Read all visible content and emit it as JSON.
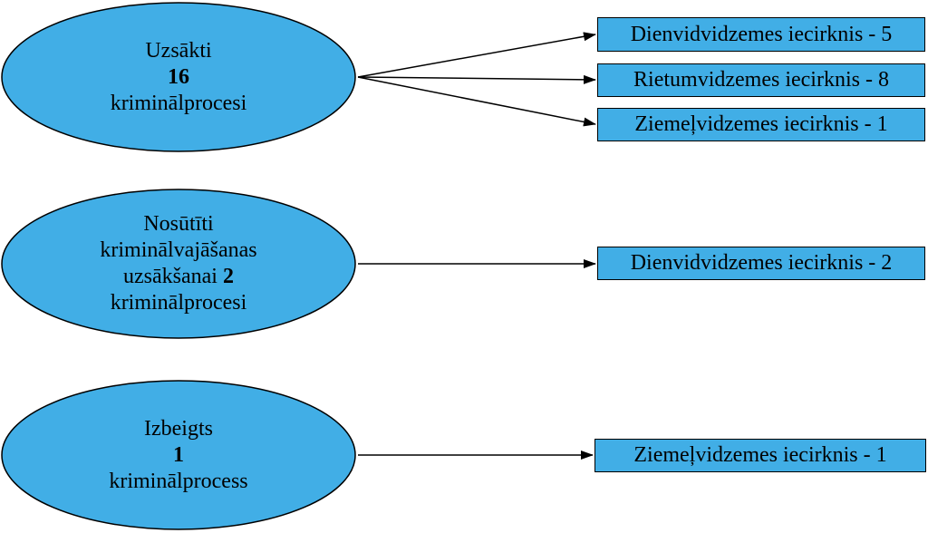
{
  "colors": {
    "fill": "#41AEE6",
    "stroke": "#000000"
  },
  "groups": [
    {
      "ellipse": {
        "line1": "Uzsākti",
        "count": "16",
        "line3": "kriminālprocesi"
      },
      "targets": [
        "Dienvidvidzemes iecirknis - 5",
        "Rietumvidzemes iecirknis - 8",
        "Ziemeļvidzemes iecirknis - 1"
      ]
    },
    {
      "ellipse": {
        "line1": "Nosūtīti",
        "line2": "kriminālvajāšanas",
        "line3_prefix": "uzsākšanai ",
        "count": "2",
        "line4": "kriminālprocesi"
      },
      "targets": [
        "Dienvidvidzemes iecirknis - 2"
      ]
    },
    {
      "ellipse": {
        "line1": "Izbeigts",
        "count": "1",
        "line3": "kriminālprocess"
      },
      "targets": [
        "Ziemeļvidzemes iecirknis - 1"
      ]
    }
  ]
}
